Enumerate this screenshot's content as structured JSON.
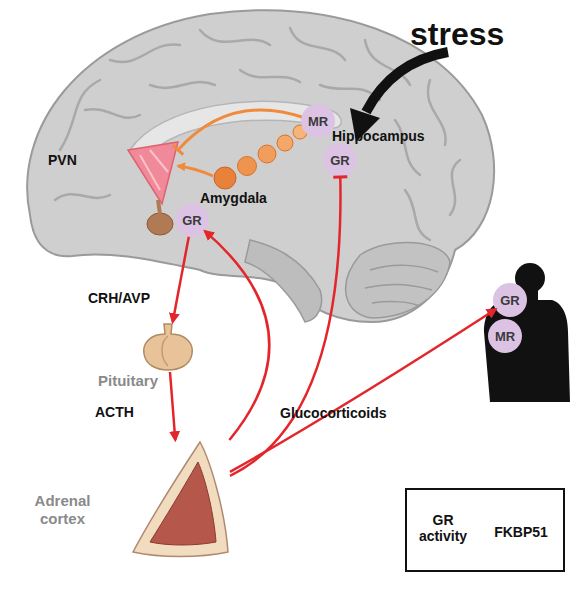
{
  "diagram": {
    "nodes": [
      {
        "text": [
          "MR"
        ]
      },
      {
        "text": [
          "GR"
        ]
      },
      {
        "text": [
          "GR"
        ]
      },
      {
        "text": [
          "Pituitary"
        ]
      },
      {
        "text": [
          "Adrenal cortex"
        ]
      },
      {
        "text": [
          "GR"
        ]
      },
      {
        "text": [
          "MR"
        ]
      },
      {
        "text": [
          "GR activity",
          "FKBP51"
        ]
      }
    ],
    "edges": [
      {
        "from": 2,
        "to": 3,
        "label": "CRH/AVP",
        "arrow": "to"
      },
      {
        "from": 3,
        "to": 4,
        "label": "ACTH",
        "arrow": "to"
      },
      {
        "from": 4,
        "to": 5,
        "label": "Glucocorticoids",
        "arrow": "to"
      },
      {
        "from": 4,
        "to": 1,
        "arrow": "to"
      },
      {
        "from": 4,
        "to": 2,
        "arrow": "to"
      }
    ],
    "labels": [
      "stress",
      "Hippocampus",
      "PVN",
      "Amygdala"
    ]
  }
}
